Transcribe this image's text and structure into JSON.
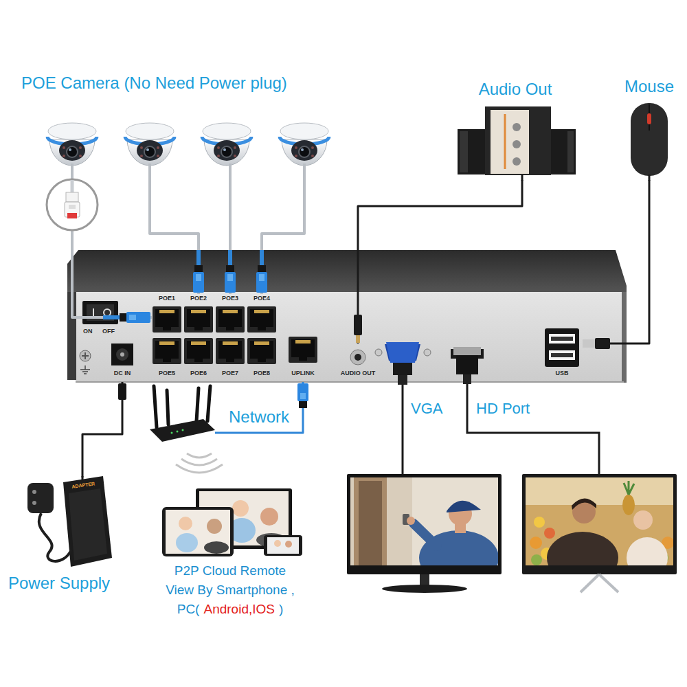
{
  "diagram": {
    "nodes": [
      {
        "text": [
          "POE Camera (No Need Power plug)"
        ]
      },
      {
        "text": [
          "Audio Out"
        ]
      },
      {
        "text": [
          "Mouse"
        ]
      },
      {
        "text": [
          "ON",
          "OFF"
        ]
      },
      {
        "text": [
          "POE1"
        ],
        "in": 3
      },
      {
        "text": [
          "POE2"
        ],
        "in": 3
      },
      {
        "text": [
          "POE3"
        ],
        "in": 3
      },
      {
        "text": [
          "POE4"
        ],
        "in": 3
      },
      {
        "text": [
          "POE5"
        ],
        "in": 3
      },
      {
        "text": [
          "POE6"
        ],
        "in": 3
      },
      {
        "text": [
          "POE7"
        ],
        "in": 3
      },
      {
        "text": [
          "POE8"
        ],
        "in": 3
      },
      {
        "text": [
          "DC IN"
        ],
        "in": 3
      },
      {
        "text": [
          "UPLINK"
        ],
        "in": 3
      },
      {
        "text": [
          "AUDIO OUT"
        ],
        "in": 3
      },
      {
        "text": [
          "USB"
        ],
        "in": 3
      },
      {
        "text": [
          "Network"
        ]
      },
      {
        "text": [
          "Power Supply"
        ]
      }
    ],
    "edges": [
      {
        "from": 0,
        "to": 4,
        "arrow": "none"
      },
      {
        "from": 0,
        "to": 5,
        "arrow": "none"
      },
      {
        "from": 0,
        "to": 6,
        "arrow": "none"
      },
      {
        "from": 0,
        "to": 7,
        "arrow": "none"
      },
      {
        "from": 1,
        "to": 14,
        "arrow": "none"
      },
      {
        "from": 2,
        "to": 15,
        "arrow": "none"
      },
      {
        "from": 16,
        "to": 13,
        "arrow": "none"
      },
      {
        "from": 17,
        "to": 12,
        "arrow": "none"
      }
    ],
    "labels": [
      "VGA",
      "HD Port",
      "P2P Cloud Remote View By Smartphone , PC(",
      "Android,IOS",
      ")",
      "ADAPTER"
    ]
  }
}
